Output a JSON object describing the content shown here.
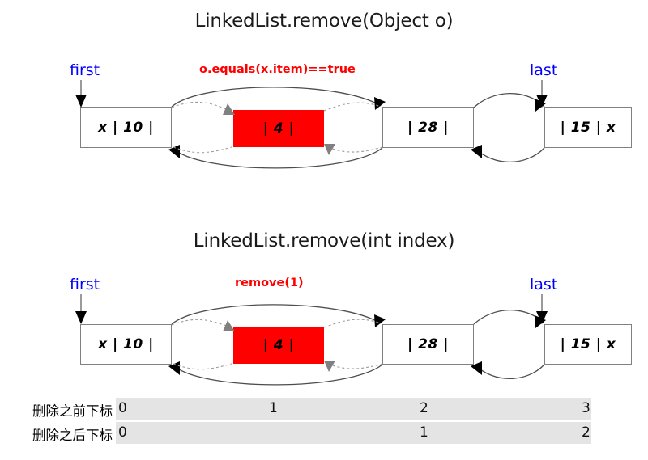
{
  "titles": {
    "top": "LinkedList.remove(Object o)",
    "bottom": "LinkedList.remove(int index)"
  },
  "colors": {
    "pointer_label": "#0000ff",
    "annotation": "#ff0000",
    "removed_node": "#fe0000",
    "node_border": "#808080",
    "link": "#4d4d4d",
    "old_link": "#808080",
    "index_band": "#e4e4e4",
    "title": "#1a1a1a"
  },
  "diagram_top": {
    "pointer_first": "first",
    "pointer_last": "last",
    "annotation": "o.equals(x.item)==true",
    "nodes": [
      {
        "text": "x | 10 |",
        "removed": false
      },
      {
        "text": "| 4 |",
        "removed": true
      },
      {
        "text": "| 28 |",
        "removed": false
      },
      {
        "text": "| 15 | x",
        "removed": false
      }
    ]
  },
  "diagram_bottom": {
    "pointer_first": "first",
    "pointer_last": "last",
    "annotation": "remove(1)",
    "nodes": [
      {
        "text": "x | 10 |",
        "removed": false
      },
      {
        "text": "| 4 |",
        "removed": true
      },
      {
        "text": "| 28 |",
        "removed": false
      },
      {
        "text": "| 15 | x",
        "removed": false
      }
    ]
  },
  "index_table": {
    "rows": [
      {
        "label": "删除之前下标",
        "cells": [
          "0",
          "1",
          "2",
          "3"
        ]
      },
      {
        "label": "删除之后下标",
        "cells": [
          "0",
          "",
          "1",
          "2"
        ]
      }
    ]
  }
}
